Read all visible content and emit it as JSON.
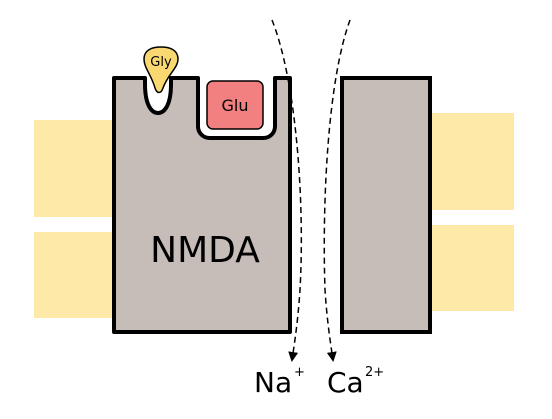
{
  "labels": {
    "receptor": "NMDA",
    "glycine": "Gly",
    "glutamate": "Glu",
    "ion1": "Na",
    "ion1_charge": "+",
    "ion2": "Ca",
    "ion2_charge": "2+"
  },
  "colors": {
    "membrane": "#fee9a8",
    "receptor_body": "#c7bdb8",
    "outline": "#000000",
    "glycine": "#f9d871",
    "glutamate": "#f28080",
    "flux_arrow": "#000000"
  }
}
